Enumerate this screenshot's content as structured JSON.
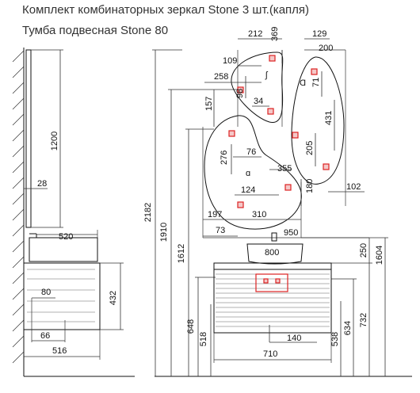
{
  "header": {
    "title_line1": "Комплект комбинаторных зеркал Stone 3 шт.(капля)",
    "title_line2": "Тумба подвесная Stone 80"
  },
  "side_view": {
    "mirror_height": "1200",
    "mirror_depth": "28",
    "basin_depth": "520",
    "cabinet_height": "432",
    "drawer_offset": "80",
    "bottom_offset": "66",
    "cabinet_depth": "516"
  },
  "front_view": {
    "overall_height": "2182",
    "height_1910": "1910",
    "height_1612": "1612",
    "height_648": "648",
    "height_518": "518",
    "height_538": "538",
    "height_634": "634",
    "height_732": "732",
    "height_1604": "1604",
    "basin_height": "250",
    "overall_width": "950",
    "basin_width": "800",
    "cabinet_width": "710",
    "cabinet_center": "140"
  },
  "mirrors": {
    "small_width": "212",
    "small_height": "369",
    "small_hole_x": "109",
    "small_hole_offset": "258",
    "small_hook_y": "98",
    "small_hook_w": "34",
    "small_top_gap": "157",
    "mid_width": "129",
    "mid_width2": "200",
    "mid_hook_y": "71",
    "mid_height": "431",
    "mid_hook_h": "205",
    "mid_offset_y": "180",
    "mid_hook_x": "102",
    "large_hook_w": "76",
    "large_hook_y": "276",
    "large_width": "355",
    "large_hook_x": "124",
    "large_left": "197",
    "large_span": "310",
    "large_bottom": "73"
  }
}
